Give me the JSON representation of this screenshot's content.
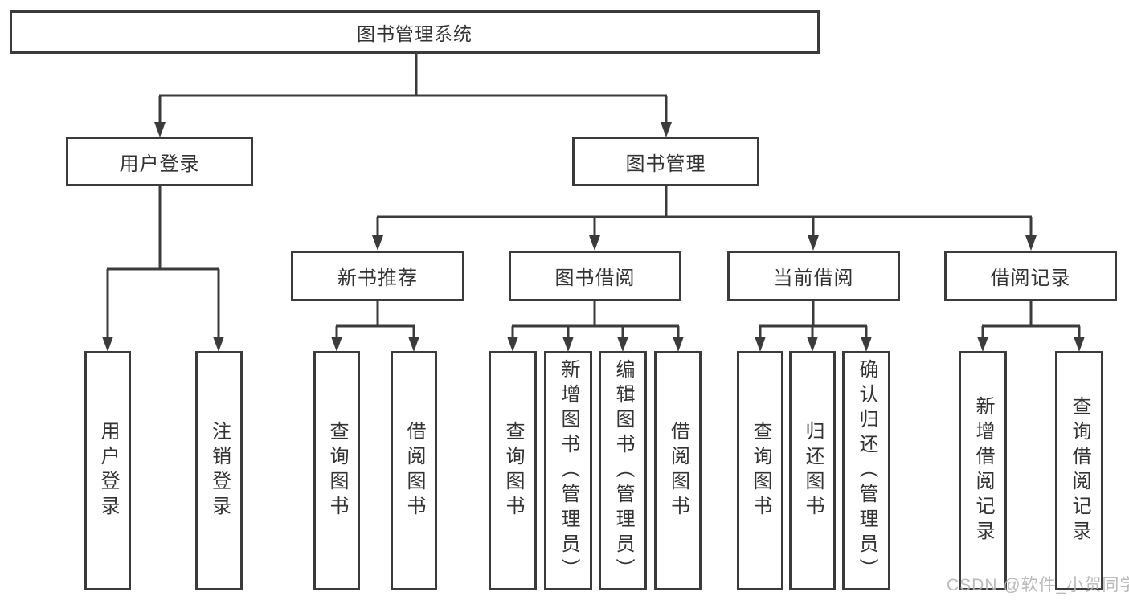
{
  "tree": {
    "root": {
      "label": "图书管理系统"
    },
    "branches": [
      {
        "label": "用户登录",
        "children": [
          {
            "label": "用户登录"
          },
          {
            "label": "注销登录"
          }
        ]
      },
      {
        "label": "图书管理",
        "groups": [
          {
            "label": "新书推荐",
            "children": [
              {
                "label": "查询图书"
              },
              {
                "label": "借阅图书"
              }
            ]
          },
          {
            "label": "图书借阅",
            "children": [
              {
                "label": "查询图书"
              },
              {
                "label": "新增图书（管理员）"
              },
              {
                "label": "编辑图书（管理员）"
              },
              {
                "label": "借阅图书"
              }
            ]
          },
          {
            "label": "当前借阅",
            "children": [
              {
                "label": "查询图书"
              },
              {
                "label": "归还图书"
              },
              {
                "label": "确认归还（管理员）"
              }
            ]
          },
          {
            "label": "借阅记录",
            "children": [
              {
                "label": "新增借阅记录"
              },
              {
                "label": "查询借阅记录"
              }
            ]
          }
        ]
      }
    ]
  },
  "watermark": {
    "text": "CSDN @软件_小贺同学"
  },
  "colors": {
    "line": "#3b3b3b",
    "text": "#333333",
    "background": "#ffffff",
    "watermark": "#b5b5b5"
  }
}
